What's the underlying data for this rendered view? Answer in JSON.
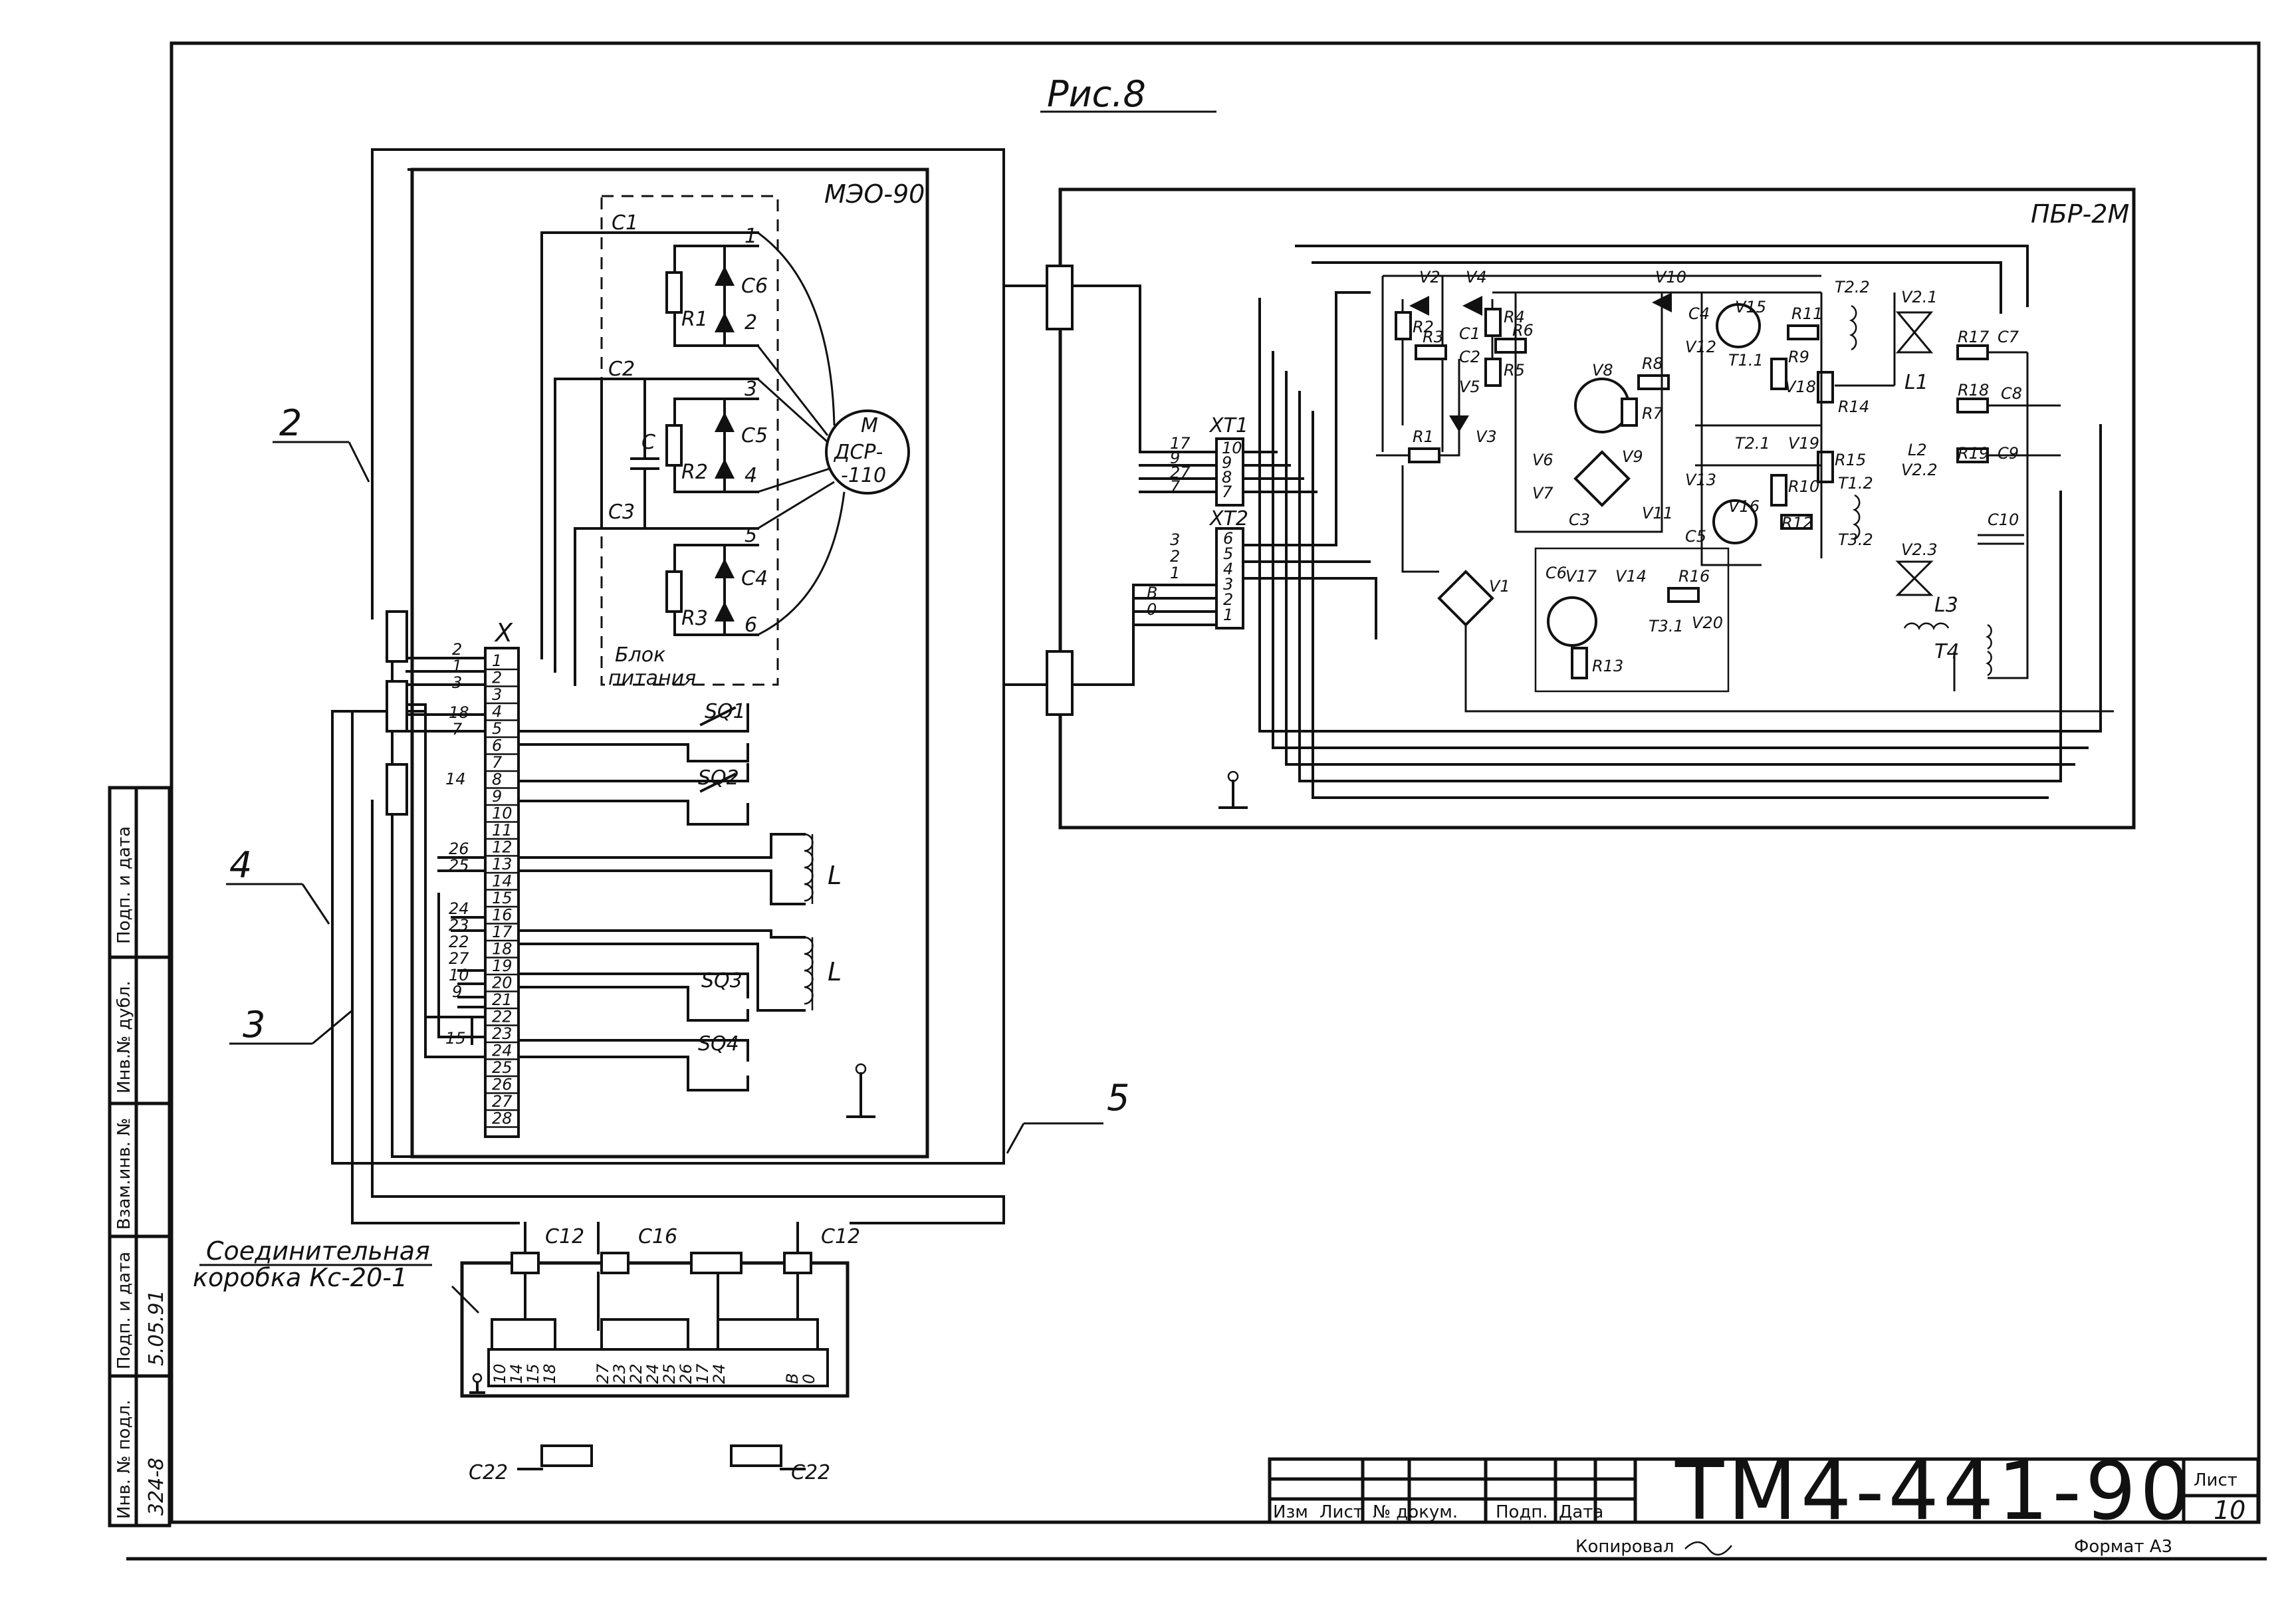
{
  "figure": {
    "title": "Рис.8"
  },
  "mechanism": {
    "name": "МЭО-90",
    "motor_label_line1": "М",
    "motor_label_line2": "ДСР-",
    "motor_label_line3": "-110",
    "power_block_line1": "Блок",
    "power_block_line2": "питания",
    "caps": [
      "С1",
      "С2",
      "С3",
      "С"
    ],
    "cap_sub": [
      "С6",
      "С5",
      "С4"
    ],
    "resistors": [
      "R1",
      "R2",
      "R3"
    ],
    "taps": [
      "1",
      "2",
      "3",
      "4",
      "5",
      "6"
    ],
    "terminal_header": "Х",
    "terminals": [
      "1",
      "2",
      "3",
      "4",
      "5",
      "6",
      "7",
      "8",
      "9",
      "10",
      "11",
      "12",
      "13",
      "14",
      "15",
      "16",
      "17",
      "18",
      "19",
      "20",
      "21",
      "22",
      "23",
      "24",
      "25",
      "26",
      "27",
      "28"
    ],
    "switches": [
      "SQ1",
      "SQ2",
      "SQ3",
      "SQ4"
    ],
    "inductor": "L",
    "wire_numbers_left": [
      "2",
      "1",
      "3",
      "18",
      "7",
      "14",
      "26",
      "25",
      "24",
      "23",
      "22",
      "27",
      "10",
      "9",
      "15"
    ]
  },
  "controller": {
    "name": "ПБР-2М",
    "x1_header": "ХТ1",
    "x2_header": "ХТ2",
    "x1_terminals": [
      "10",
      "9",
      "8",
      "7"
    ],
    "x2_terminals": [
      "6",
      "5",
      "4",
      "3",
      "2",
      "1"
    ],
    "x1_wires": [
      "17",
      "9",
      "27",
      "7"
    ],
    "x2_wires": [
      "3",
      "2",
      "1",
      "В",
      "0"
    ],
    "diodes": [
      "V1",
      "V2",
      "V3",
      "V4",
      "V5",
      "V6",
      "V7",
      "V8",
      "V9",
      "V10",
      "V11",
      "V12",
      "V13",
      "V14",
      "V15",
      "V16",
      "V17",
      "V18",
      "V19",
      "V20"
    ],
    "resistors": [
      "R1",
      "R2",
      "R3",
      "R4",
      "R5",
      "R6",
      "R7",
      "R8",
      "R9",
      "R10",
      "R11",
      "R12",
      "R13",
      "R14",
      "R15",
      "R16",
      "R17",
      "R18",
      "R19"
    ],
    "caps": [
      "C1",
      "C2",
      "C3",
      "C4",
      "C5",
      "C6",
      "C7",
      "C8",
      "C9",
      "C10"
    ],
    "transformers": [
      "T1.1",
      "T2.1",
      "T3.1",
      "T1.2",
      "T2.2",
      "T3.2",
      "T4"
    ],
    "thyristors": [
      "V2.1",
      "V2.2",
      "V2.3"
    ],
    "inductors": [
      "L1",
      "L2",
      "L3"
    ]
  },
  "cables": {
    "c2": "2",
    "c3": "3",
    "c4": "4",
    "c5": "5"
  },
  "junction_box": {
    "title_line1": "Соединительная",
    "title_line2": "коробка Кс-20-1",
    "glands_top": [
      "С12",
      "С16",
      "С12"
    ],
    "glands_bottom": [
      "С22",
      "С22"
    ],
    "terminals": [
      "10",
      "14",
      "15",
      "18",
      "27",
      "23",
      "22",
      "24",
      "25",
      "26",
      "17",
      "24",
      "В",
      "0"
    ]
  },
  "title_block": {
    "drawing_no": "ТМ4-441-90",
    "sheet_label": "Лист",
    "sheet_no": "10",
    "row_labels": [
      "Изм",
      "Лист",
      "№ докум.",
      "Подп.",
      "Дата"
    ],
    "copied_label": "Копировал",
    "format_label": "Формат А3"
  },
  "side_stamp": {
    "labels": [
      "Подп. и дата",
      "Инв.№ дубл.",
      "Взам.инв. №",
      "Подп. и дата",
      "Инв. № подл."
    ],
    "date_value": "5.05.91",
    "inv_value": "324-8"
  }
}
